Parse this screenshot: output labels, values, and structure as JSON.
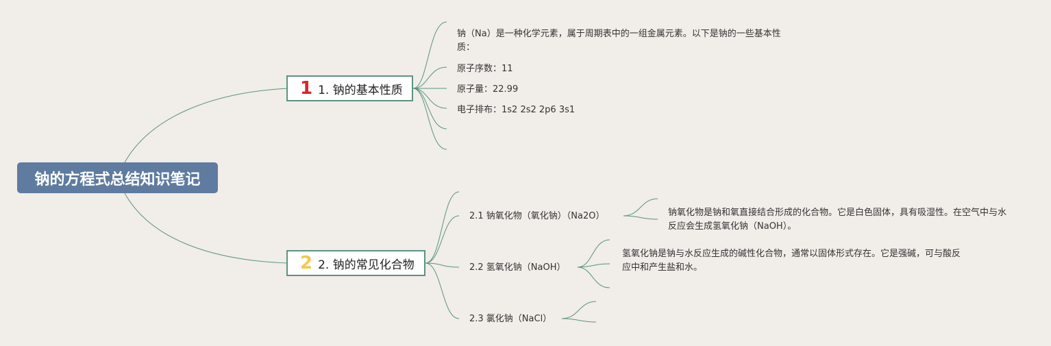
{
  "root": {
    "title": "钠的方程式总结知识笔记"
  },
  "colors": {
    "root_bg": "#5f7ba0",
    "border": "#5a9380",
    "badge1": "#d6262e",
    "badge2": "#f2c94c",
    "background": "#f1ede8"
  },
  "branches": [
    {
      "number": "1",
      "label": "1. 钠的基本性质",
      "items": [
        "钠（Na）是一种化学元素，属于周期表中的一组金属元素。以下是钠的一些基本性质：",
        "原子序数：11",
        "原子量：22.99",
        "电子排布：1s2 2s2 2p6 3s1"
      ]
    },
    {
      "number": "2",
      "label": "2. 钠的常见化合物",
      "items": [
        {
          "label": "2.1 钠氧化物（氧化钠）（Na2O）",
          "detail": "钠氧化物是钠和氧直接结合形成的化合物。它是白色固体，具有吸湿性。在空气中与水反应会生成氢氧化钠（NaOH）。"
        },
        {
          "label": "2.2 氢氧化钠（NaOH）",
          "detail": "氢氧化钠是钠与水反应生成的碱性化合物，通常以固体形式存在。它是强碱，可与酸反应中和产生盐和水。"
        },
        {
          "label": "2.3 氯化钠（NaCl）",
          "detail": ""
        }
      ]
    }
  ]
}
